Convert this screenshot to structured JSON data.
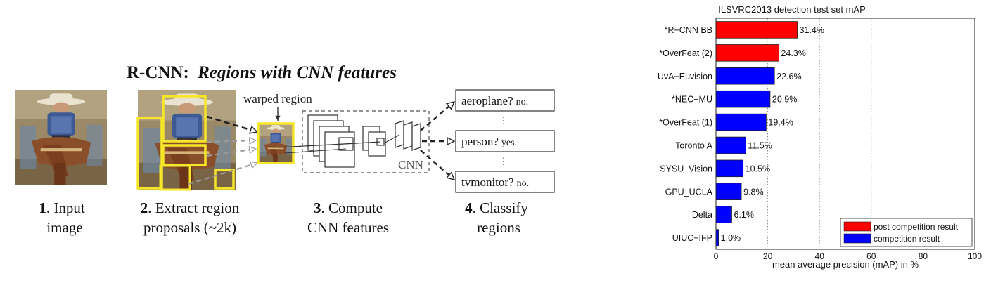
{
  "diagram": {
    "title_prefix": "R-CNN:",
    "title_italic": "Regions with CNN features",
    "warped_label": "warped region",
    "cnn_label": "CNN",
    "classes": [
      "aeroplane?",
      "person?",
      "tvmonitor?"
    ],
    "answers": [
      "no.",
      "yes.",
      "no."
    ],
    "steps": [
      {
        "num": "1",
        "line1": ". Input",
        "line2": "image"
      },
      {
        "num": "2",
        "line1": ". Extract region",
        "line2": "proposals (~2k)"
      },
      {
        "num": "3",
        "line1": ". Compute",
        "line2": "CNN features"
      },
      {
        "num": "4",
        "line1": ". Classify",
        "line2": "regions"
      }
    ],
    "colors": {
      "proposal": "#f5e62a",
      "arrow": "#222222",
      "faded": "#aaaaaa"
    }
  },
  "chart_data": {
    "type": "bar",
    "orientation": "horizontal",
    "title": "ILSVRC2013 detection test set mAP",
    "xlabel": "mean average precision (mAP) in %",
    "xlim": [
      0,
      100
    ],
    "xticks": [
      0,
      20,
      40,
      60,
      80,
      100
    ],
    "grid": "vertical dotted",
    "categories": [
      "*R−CNN BB",
      "*OverFeat (2)",
      "UvA−Euvision",
      "*NEC−MU",
      "*OverFeat (1)",
      "Toronto A",
      "SYSU_Vision",
      "GPU_UCLA",
      "Delta",
      "UIUC−IFP"
    ],
    "values": [
      31.4,
      24.3,
      22.6,
      20.9,
      19.4,
      11.5,
      10.5,
      9.8,
      6.1,
      1.0
    ],
    "value_labels": [
      "31.4%",
      "24.3%",
      "22.6%",
      "20.9%",
      "19.4%",
      "11.5%",
      "10.5%",
      "9.8%",
      "6.1%",
      "1.0%"
    ],
    "groups": [
      "post",
      "post",
      "comp",
      "comp",
      "comp",
      "comp",
      "comp",
      "comp",
      "comp",
      "comp"
    ],
    "legend": [
      {
        "key": "post",
        "label": "post competition result",
        "color": "#ff0000"
      },
      {
        "key": "comp",
        "label": "competition result",
        "color": "#0000ff"
      }
    ],
    "legend_position": "bottom-right"
  }
}
